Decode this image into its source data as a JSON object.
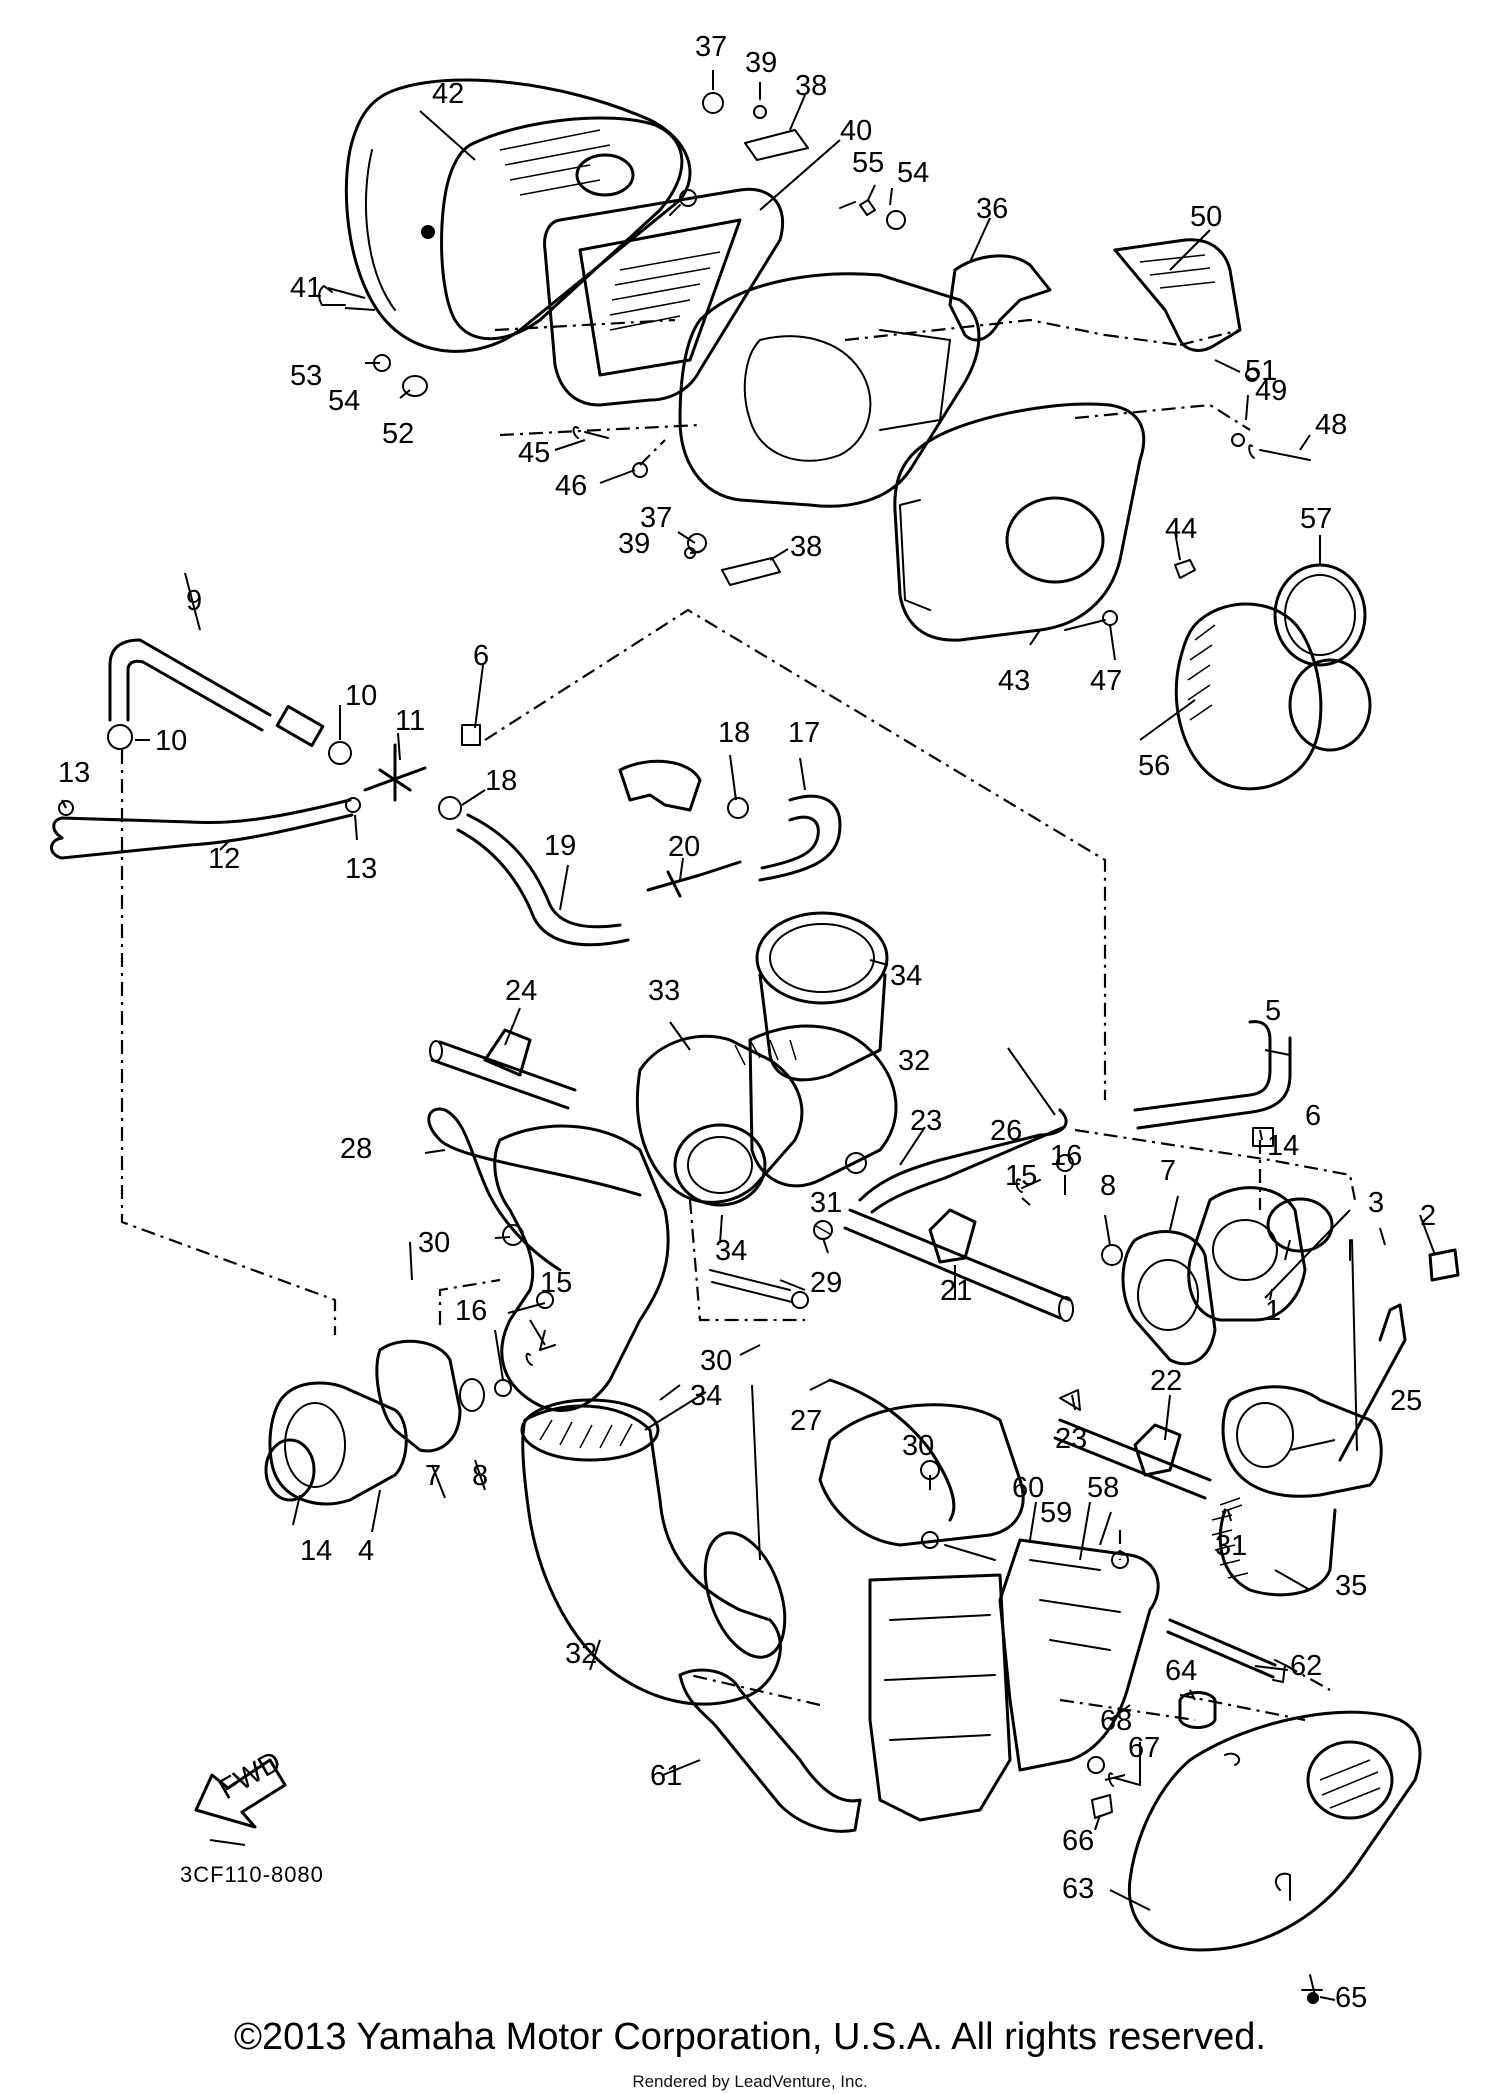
{
  "diagram": {
    "fwd_label": "FWD",
    "drawing_code": "3CF110-8080",
    "callouts": {
      "c1": "1",
      "c2": "2",
      "c3": "3",
      "c4": "4",
      "c5": "5",
      "c6a": "6",
      "c6b": "6",
      "c7a": "7",
      "c7b": "7",
      "c8a": "8",
      "c8b": "8",
      "c9": "9",
      "c10a": "10",
      "c10b": "10",
      "c11": "11",
      "c12": "12",
      "c13a": "13",
      "c13b": "13",
      "c14a": "14",
      "c14b": "14",
      "c15a": "15",
      "c15b": "15",
      "c16a": "16",
      "c16b": "16",
      "c17": "17",
      "c18a": "18",
      "c18b": "18",
      "c19": "19",
      "c20": "20",
      "c21": "21",
      "c22": "22",
      "c23a": "23",
      "c23b": "23",
      "c24": "24",
      "c25": "25",
      "c26": "26",
      "c27": "27",
      "c28": "28",
      "c29": "29",
      "c30a": "30",
      "c30b": "30",
      "c30c": "30",
      "c31a": "31",
      "c31b": "31",
      "c32a": "32",
      "c32b": "32",
      "c33": "33",
      "c34a": "34",
      "c34b": "34",
      "c34c": "34",
      "c35": "35",
      "c36": "36",
      "c37a": "37",
      "c37b": "37",
      "c38a": "38",
      "c38b": "38",
      "c39a": "39",
      "c39b": "39",
      "c40": "40",
      "c41": "41",
      "c42": "42",
      "c43": "43",
      "c44": "44",
      "c45": "45",
      "c46": "46",
      "c47": "47",
      "c48": "48",
      "c49": "49",
      "c50": "50",
      "c51": "51",
      "c52": "52",
      "c53": "53",
      "c54a": "54",
      "c54b": "54",
      "c55": "55",
      "c56": "56",
      "c57": "57",
      "c58": "58",
      "c59": "59",
      "c60": "60",
      "c61": "61",
      "c62": "62",
      "c63": "63",
      "c64": "64",
      "c65": "65",
      "c66": "66",
      "c67": "67",
      "c68": "68"
    }
  },
  "footer": {
    "copyright": "©2013 Yamaha Motor Corporation, U.S.A. All rights reserved.",
    "rendered_by": "Rendered by LeadVenture, Inc."
  }
}
